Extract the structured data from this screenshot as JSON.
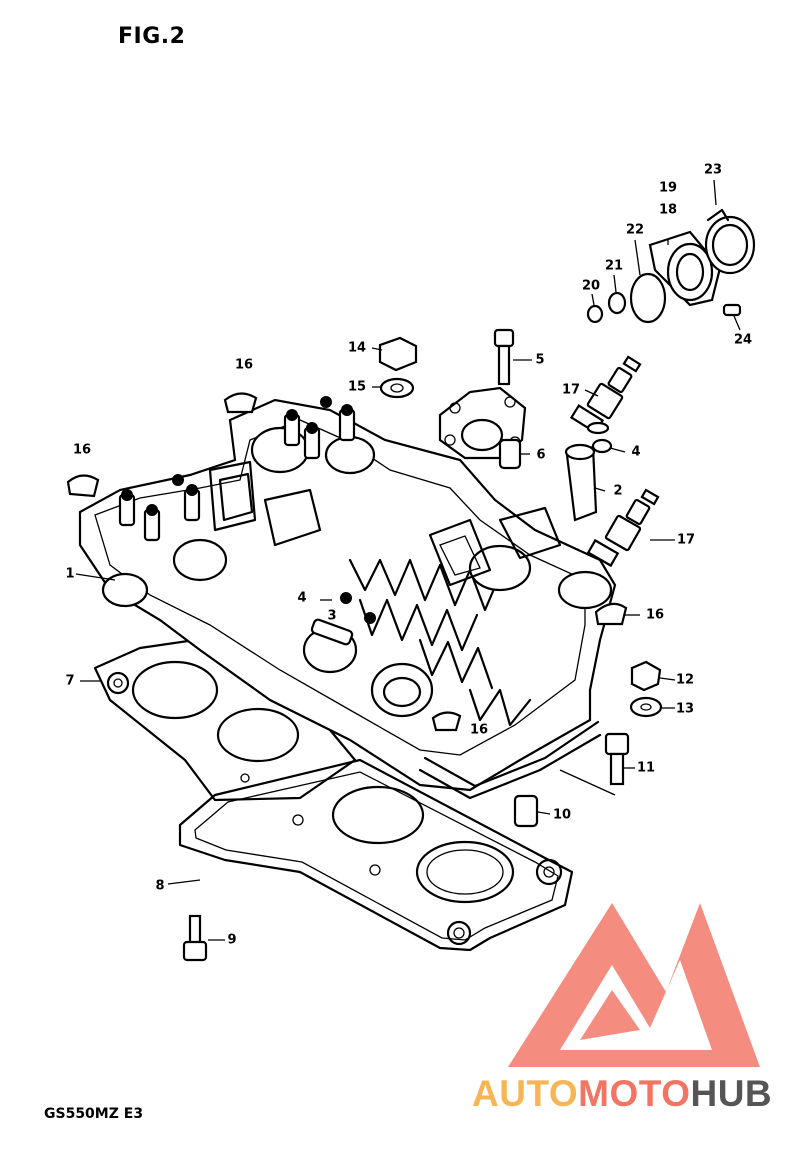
{
  "figure": {
    "title": "FIG.2",
    "model_code": "GS550MZ E3"
  },
  "callouts": [
    {
      "id": "c1",
      "label": "1"
    },
    {
      "id": "c2",
      "label": "2"
    },
    {
      "id": "c3",
      "label": "3"
    },
    {
      "id": "c4a",
      "label": "4"
    },
    {
      "id": "c4b",
      "label": "4"
    },
    {
      "id": "c5",
      "label": "5"
    },
    {
      "id": "c6",
      "label": "6"
    },
    {
      "id": "c7",
      "label": "7"
    },
    {
      "id": "c8",
      "label": "8"
    },
    {
      "id": "c9",
      "label": "9"
    },
    {
      "id": "c10",
      "label": "10"
    },
    {
      "id": "c11",
      "label": "11"
    },
    {
      "id": "c12",
      "label": "12"
    },
    {
      "id": "c13",
      "label": "13"
    },
    {
      "id": "c14",
      "label": "14"
    },
    {
      "id": "c15",
      "label": "15"
    },
    {
      "id": "c16a",
      "label": "16"
    },
    {
      "id": "c16b",
      "label": "16"
    },
    {
      "id": "c16c",
      "label": "16"
    },
    {
      "id": "c16d",
      "label": "16"
    },
    {
      "id": "c17a",
      "label": "17"
    },
    {
      "id": "c17b",
      "label": "17"
    },
    {
      "id": "c18",
      "label": "18"
    },
    {
      "id": "c19",
      "label": "19"
    },
    {
      "id": "c20",
      "label": "20"
    },
    {
      "id": "c21",
      "label": "21"
    },
    {
      "id": "c22",
      "label": "22"
    },
    {
      "id": "c23",
      "label": "23"
    },
    {
      "id": "c24",
      "label": "24"
    }
  ],
  "watermark": {
    "part1": "AUTO",
    "part2": "MOTO",
    "part3": "HUB",
    "colors": {
      "auto": "#f8b556",
      "moto": "#f27463",
      "hub": "#555555",
      "logo": "#f27463"
    }
  }
}
